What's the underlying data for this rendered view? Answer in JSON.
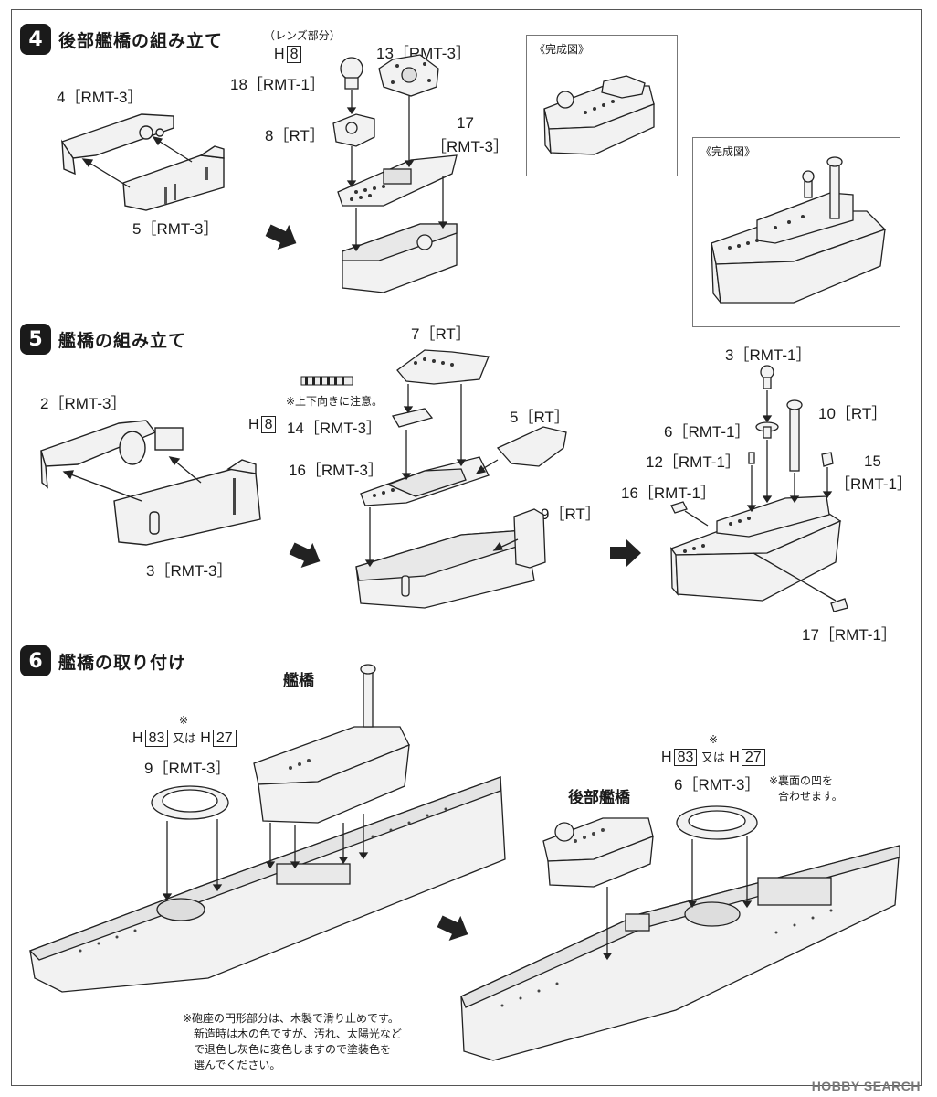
{
  "steps": [
    {
      "number": "4",
      "title": "後部艦橋の組み立て"
    },
    {
      "number": "5",
      "title": "艦橋の組み立て"
    },
    {
      "number": "6",
      "title": "艦橋の取り付け"
    }
  ],
  "step4": {
    "lens_note": "（レンズ部分）",
    "h_prefix": "H",
    "h_num": "8",
    "p18": "18［RMT-1］",
    "p13": "13［RMT-3］",
    "p8": "8［RT］",
    "p17a": "17",
    "p17b": "［RMT-3］",
    "p4": "4［RMT-3］",
    "p5": "5［RMT-3］",
    "complete_small": "《完成図》",
    "complete_large": "《完成図》"
  },
  "step5": {
    "p7": "7［RT］",
    "orient_note": "※上下向きに注意。",
    "h_prefix": "H",
    "h_num": "8",
    "p14": "14［RMT-3］",
    "p2": "2［RMT-3］",
    "p5": "5［RT］",
    "p16": "16［RMT-3］",
    "p9": "9［RT］",
    "p3": "3［RMT-3］",
    "p3b": "3［RMT-1］",
    "p10": "10［RT］",
    "p6": "6［RMT-1］",
    "p12": "12［RMT-1］",
    "p15a": "15",
    "p15b": "［RMT-1］",
    "p16b": "16［RMT-1］",
    "p17": "17［RMT-1］"
  },
  "step6": {
    "bridge": "艦橋",
    "rear_bridge": "後部艦橋",
    "asterisk": "※",
    "h1": "H",
    "h83": "83",
    "or": "又は",
    "h2": "H",
    "h27": "27",
    "p9": "9［RMT-3］",
    "p6": "6［RMT-3］",
    "align_note_1": "※裏面の凹を",
    "align_note_2": "合わせます。",
    "footnote": [
      "※砲座の円形部分は、木製で滑り止めです。",
      "新造時は木の色ですが、汚れ、太陽光など",
      "で退色し灰色に変色しますので塗装色を",
      "選んでください。"
    ]
  },
  "watermark": "HOBBY SEARCH"
}
